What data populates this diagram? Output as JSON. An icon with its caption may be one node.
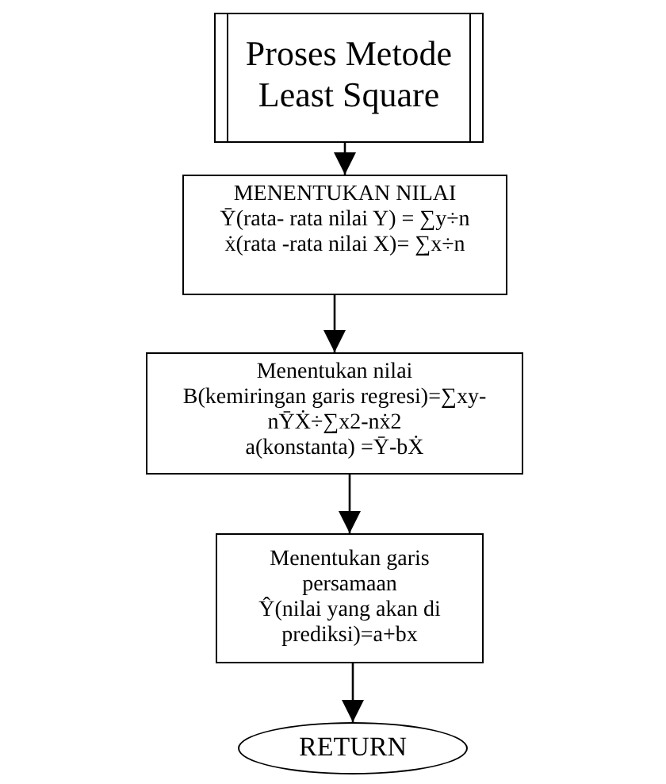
{
  "diagram": {
    "nodes": [
      {
        "text": [
          "Proses Metode Least Square"
        ]
      },
      {
        "text": [
          "MENENTUKAN NILAI",
          "Ȳ(rata- rata nilai Y) = ∑y÷n",
          "ẋ(rata -rata nilai X)= ∑x÷n"
        ]
      },
      {
        "text": [
          "Menentukan nilai",
          "B(kemiringan garis regresi)=∑xy-nȲẊ÷∑x2-nẋ2",
          "a(konstanta) =Ȳ-bẊ"
        ]
      },
      {
        "text": [
          "Menentukan garis persamaan",
          "Ŷ(nilai yang akan di prediksi)=a+bx"
        ]
      },
      {
        "text": [
          "RETURN"
        ]
      }
    ],
    "edges": [
      {
        "from": 0,
        "to": 1,
        "arrow": "to"
      },
      {
        "from": 1,
        "to": 2,
        "arrow": "to"
      },
      {
        "from": 2,
        "to": 3,
        "arrow": "to"
      },
      {
        "from": 3,
        "to": 4,
        "arrow": "to"
      }
    ]
  }
}
